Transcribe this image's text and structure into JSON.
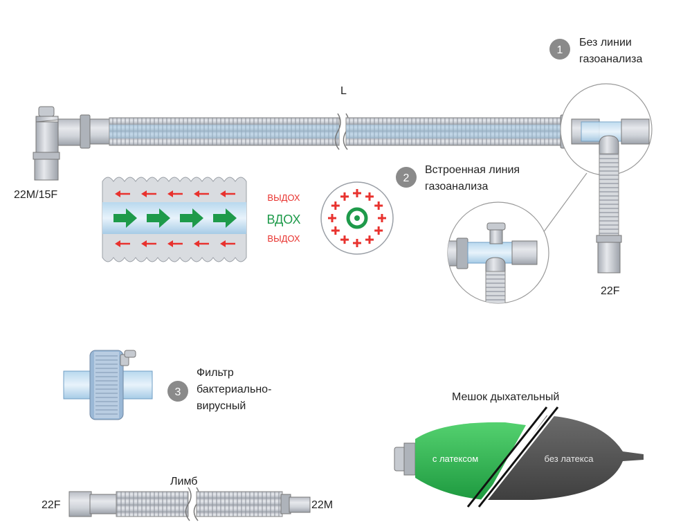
{
  "labels": {
    "length": "L",
    "conn_22m15f": "22M/15F",
    "conn_22f_tee": "22F",
    "exhale_top": "ВЫДОХ",
    "inhale": "ВДОХ",
    "exhale_bottom": "ВЫДОХ",
    "limb_title": "Лимб",
    "limb_left": "22F",
    "limb_right": "22M",
    "bag_title": "Мешок дыхательный",
    "bag_latex": "с латексом",
    "bag_no_latex": "без латекса"
  },
  "options": [
    {
      "num": "1",
      "line1": "Без линии",
      "line2": "газоанализа",
      "line3": ""
    },
    {
      "num": "2",
      "line1": "Встроенная линия",
      "line2": "газоанализа",
      "line3": ""
    },
    {
      "num": "3",
      "line1": "Фильтр",
      "line2": "бактериально-",
      "line3": "вирусный"
    }
  ],
  "colors": {
    "tube": "#c5c9d1",
    "tube_dark": "#8d939c",
    "inner_blue": "#9cc7e6",
    "exhale_red": "#e8322e",
    "inhale_green": "#1e9a4a",
    "badge_gray": "#8a8a8a",
    "bag_green": "#3dbd5b",
    "bag_dark": "#555555"
  }
}
